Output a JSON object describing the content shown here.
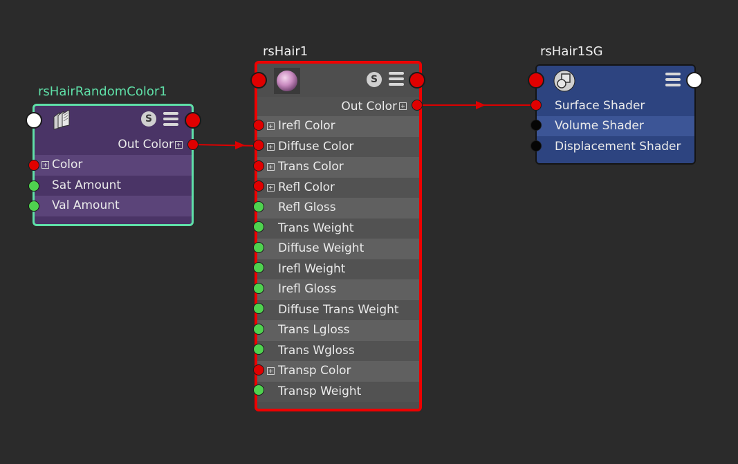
{
  "colors": {
    "background": "#2b2b2b",
    "connection": "#dd0000",
    "random_node_border": "#5fe0a8",
    "random_node_fill": "#4a3466",
    "hair_node_border": "#ee0000",
    "hair_node_fill": "#4e4e4e",
    "sg_node_fill": "#2d4480",
    "port_red": "#e00000",
    "port_green": "#4fd24f"
  },
  "nodes": {
    "random_color": {
      "title": "rsHairRandomColor1",
      "icon": "texture-layers-icon",
      "output_label": "Out Color",
      "attributes": [
        {
          "label": "Color",
          "port": "red",
          "expandable": true
        },
        {
          "label": "Sat Amount",
          "port": "green",
          "expandable": false
        },
        {
          "label": "Val Amount",
          "port": "green",
          "expandable": false
        }
      ]
    },
    "hair": {
      "title": "rsHair1",
      "icon": "shader-sphere-icon",
      "output_label": "Out Color",
      "attributes": [
        {
          "label": "Irefl Color",
          "port": "red",
          "expandable": true
        },
        {
          "label": "Diffuse Color",
          "port": "red",
          "expandable": true
        },
        {
          "label": "Trans Color",
          "port": "red",
          "expandable": true
        },
        {
          "label": "Refl Color",
          "port": "red",
          "expandable": true
        },
        {
          "label": "Refl Gloss",
          "port": "green",
          "expandable": false
        },
        {
          "label": "Trans Weight",
          "port": "green",
          "expandable": false
        },
        {
          "label": "Diffuse Weight",
          "port": "green",
          "expandable": false
        },
        {
          "label": "Irefl Weight",
          "port": "green",
          "expandable": false
        },
        {
          "label": "Irefl Gloss",
          "port": "green",
          "expandable": false
        },
        {
          "label": "Diffuse Trans Weight",
          "port": "green",
          "expandable": false
        },
        {
          "label": "Trans Lgloss",
          "port": "green",
          "expandable": false
        },
        {
          "label": "Trans Wgloss",
          "port": "green",
          "expandable": false
        },
        {
          "label": "Transp Color",
          "port": "red",
          "expandable": true
        },
        {
          "label": "Transp Weight",
          "port": "green",
          "expandable": false
        }
      ]
    },
    "shading_group": {
      "title": "rsHair1SG",
      "icon": "shading-group-icon",
      "attributes": [
        {
          "label": "Surface Shader",
          "port": "red"
        },
        {
          "label": "Volume Shader",
          "port": "black"
        },
        {
          "label": "Displacement Shader",
          "port": "black"
        }
      ]
    }
  },
  "badges": {
    "swatch_letter": "S"
  }
}
